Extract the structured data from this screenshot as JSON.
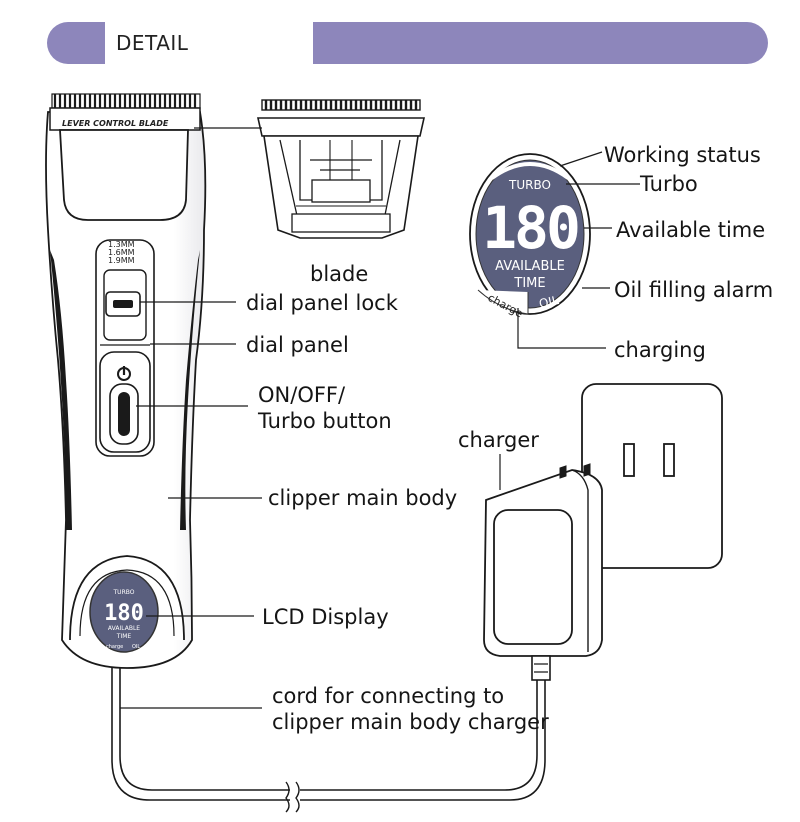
{
  "header": {
    "title": "DETAIL"
  },
  "colors": {
    "accent": "#8d86bb",
    "lcd_bg": "#5a5f7e",
    "line": "#1a1a1a"
  },
  "clipper": {
    "blade_text": "LEVER CONTROL BLADE",
    "blade_sizes": [
      "1.3MM",
      "1.6MM",
      "1.9MM"
    ]
  },
  "lcd": {
    "turbo": "TURBO",
    "digits": "180",
    "available": "AVAILABLE",
    "time": "TIME",
    "charge": "charge",
    "oil": "OIL"
  },
  "labels": {
    "blade": "blade",
    "dial_panel_lock": "dial panel lock",
    "dial_panel": "dial panel",
    "on_off_line1": "ON/OFF/",
    "on_off_line2": "Turbo button",
    "clipper_main_body": "clipper main body",
    "lcd_display": "LCD Display",
    "cord_line1": "cord for connecting to",
    "cord_line2": "clipper main body charger",
    "working_status": "Working status",
    "turbo": "Turbo",
    "available_time": "Available time",
    "oil_alarm": "Oil filling alarm",
    "charging": "charging",
    "charger": "charger"
  }
}
